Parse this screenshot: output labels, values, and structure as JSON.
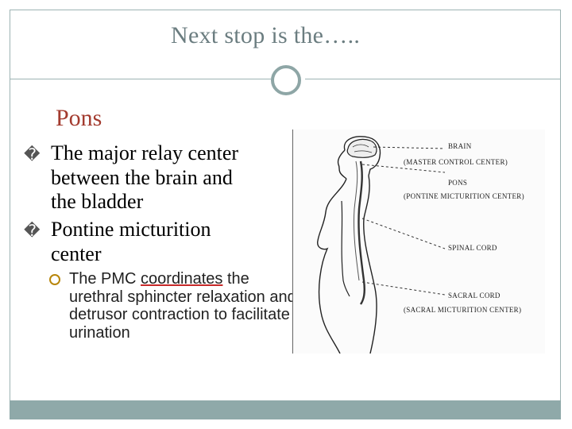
{
  "slide": {
    "title": "Next stop is the…..",
    "subtitle": "Pons",
    "bullets": [
      {
        "line1": "The major relay center",
        "line2": "between the brain and",
        "line3": "the bladder"
      },
      {
        "line1": "Pontine micturition",
        "line2": "center"
      }
    ],
    "sub_bullet": {
      "prefix": "The PMC ",
      "link_word": "coordinates",
      "suffix": " the urethral sphincter relaxation and detrusor contraction to facilitate urination"
    },
    "bullet_glyph": "�"
  },
  "figure": {
    "labels": {
      "brain": "BRAIN",
      "brain_sub": "(MASTER CONTROL CENTER)",
      "pons": "PONS",
      "pons_sub": "(PONTINE MICTURITION CENTER)",
      "spinal": "SPINAL CORD",
      "sacral": "SACRAL CORD",
      "sacral_sub": "(SACRAL MICTURITION CENTER)"
    }
  },
  "colors": {
    "accent": "#8fa9a9",
    "subtitle": "#a33b2f",
    "title": "#6b7d80"
  }
}
